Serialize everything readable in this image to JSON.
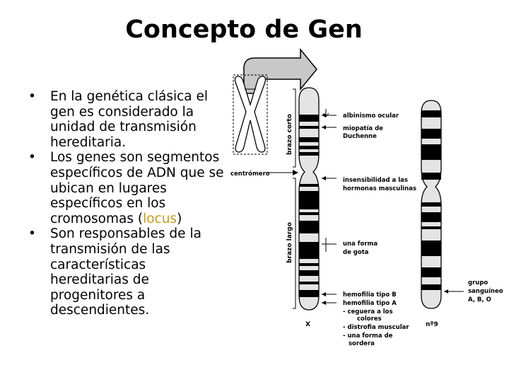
{
  "title": "Concepto de Gen",
  "bullets": {
    "b1": "En la genética clásica el gen es considerado la unidad de transmisión hereditaria.",
    "b2_before": "Los genes son segmentos específicos de ADN que se ubican en lugares específicos en los cromosomas (",
    "b2_locus": "locus",
    "b2_after": ")",
    "b3": "Son responsables de la transmisión de las características hereditarias de progenitores a descendientes."
  },
  "diagram": {
    "arm_short": "brazo corto",
    "arm_long": "brazo largo",
    "centromere": "centrómero",
    "chrom_x": "X",
    "chrom_9": "nº9",
    "genes": {
      "g1": "albinismo ocular",
      "g2a": "miopatía de",
      "g2b": "Duchenne",
      "g3a": "insensibilidad a las",
      "g3b": "hormonas masculinas",
      "g4a": "una forma",
      "g4b": "de gota",
      "g5": "hemofilia tipo B",
      "g6": "hemofilia tipo A",
      "g7a": "- ceguera a los",
      "g7b": "colores",
      "g8": "- distrofia muscular",
      "g9a": "- una forma de",
      "g9b": "sordera"
    },
    "blood": {
      "l1": "grupo",
      "l2": "sanguíneo",
      "l3": "A, B, O"
    }
  },
  "colors": {
    "locus": "#c99a1e",
    "chromosome_fill": "#e4e4e4",
    "band": "#000000"
  }
}
